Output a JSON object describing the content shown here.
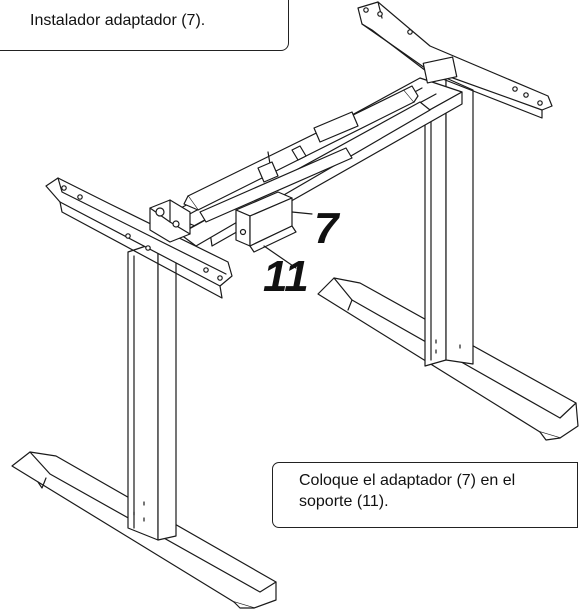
{
  "callouts": {
    "step_title": "Instalador adaptador (7).",
    "instruction_line1": "Coloque el adaptador (7) en el",
    "instruction_line2": "soporte (11)."
  },
  "part_labels": {
    "adapter": "7",
    "bracket": "11"
  }
}
